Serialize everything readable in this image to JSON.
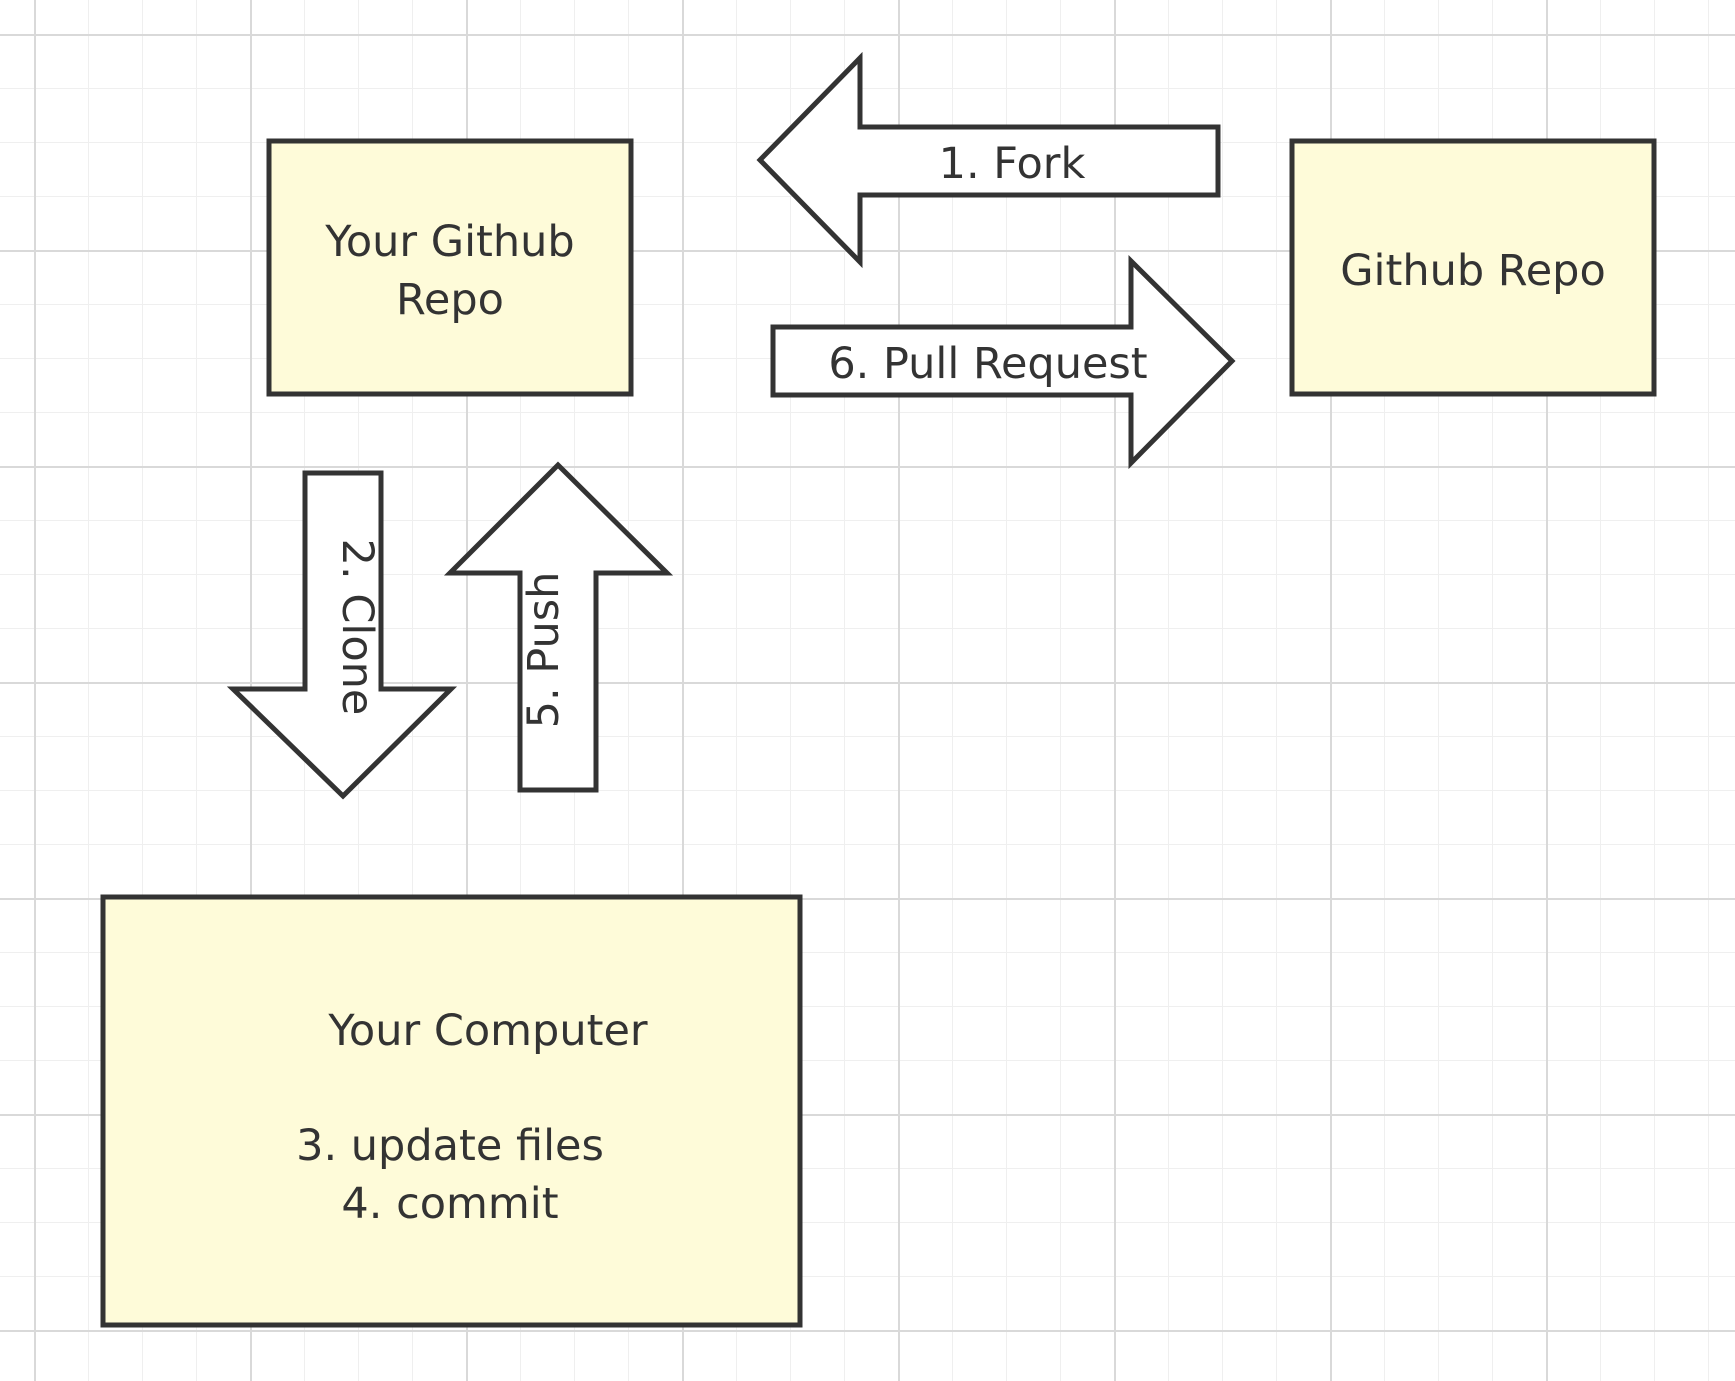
{
  "nodes": {
    "your_github_repo": {
      "label_line1": "Your Github",
      "label_line2": "Repo"
    },
    "github_repo": {
      "label": "Github Repo"
    },
    "your_computer": {
      "title": "Your Computer",
      "step_update": "3. update files",
      "step_commit": "4. commit"
    }
  },
  "arrows": {
    "fork": "1. Fork",
    "clone": "2. Clone",
    "push": "5. Push",
    "pull_request": "6. Pull Request"
  },
  "colors": {
    "node_fill": "#fefbd9",
    "stroke": "#333333",
    "arrow_fill": "#ffffff",
    "grid_major": "#d9d9d9",
    "grid_minor": "#efefef"
  }
}
